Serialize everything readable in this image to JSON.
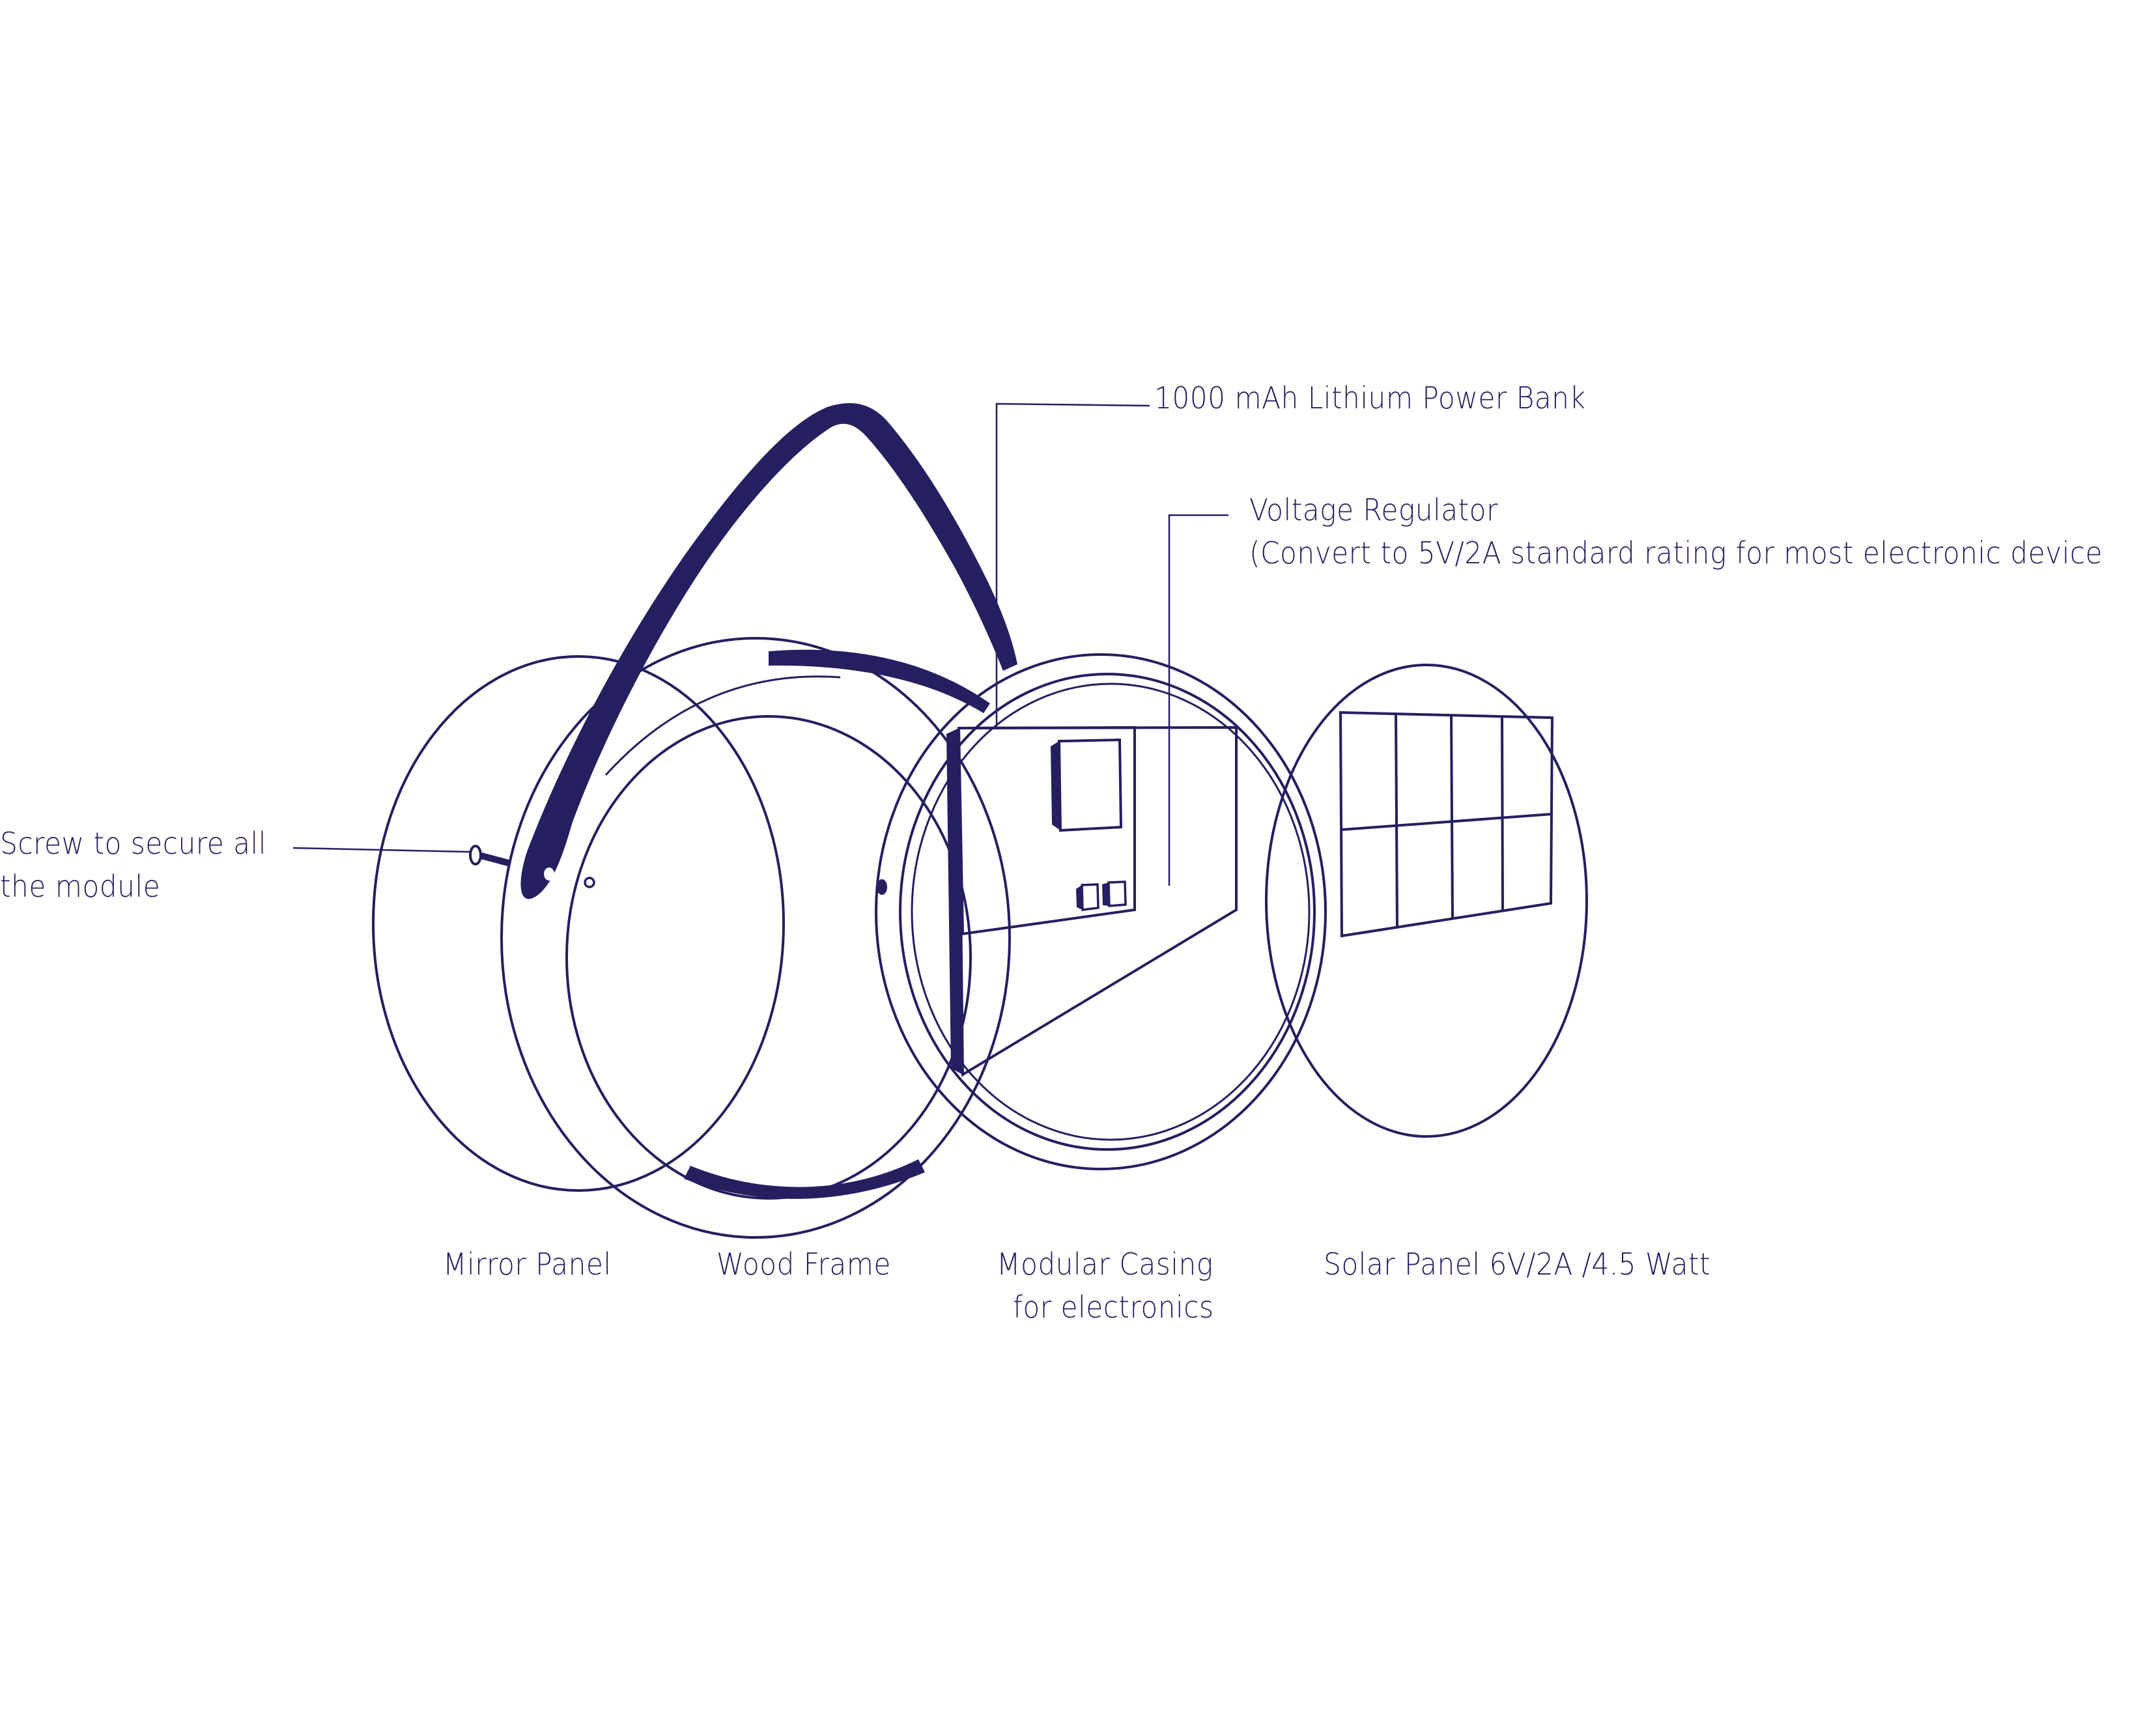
{
  "diagram": {
    "type": "exploded-view",
    "subject": "Solar-powered mirror module assembly",
    "colors": {
      "line": "#251f60",
      "background": "#ffffff"
    },
    "callouts": {
      "power_bank": "1000 mAh Lithium Power Bank",
      "voltage_regulator_title": "Voltage Regulator",
      "voltage_regulator_detail": "(Convert to 5V/2A standard rating for most electronic device",
      "screw_line1": "Screw to secure all",
      "screw_line2": "the module"
    },
    "components": [
      {
        "id": "mirror-panel",
        "label": "Mirror Panel"
      },
      {
        "id": "wood-frame",
        "label": "Wood Frame"
      },
      {
        "id": "modular-casing",
        "label_line1": "Modular Casing",
        "label_line2": "for electronics"
      },
      {
        "id": "solar-panel",
        "label": "Solar Panel 6V/2A /4.5 Watt"
      }
    ],
    "solar_grid": {
      "rows": 2,
      "cols": 4
    }
  }
}
